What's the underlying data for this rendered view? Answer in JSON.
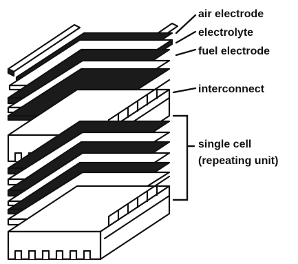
{
  "diagram": {
    "labels": {
      "air_electrode": "air electrode",
      "electrolyte": "electrolyte",
      "fuel_electrode": "fuel electrode",
      "interconnect": "interconnect",
      "single_cell_line1": "single cell",
      "single_cell_line2": "(repeating unit)"
    },
    "colors": {
      "ink": "#111111",
      "paper": "#ffffff",
      "dark_layer": "#1b1b1b"
    }
  }
}
